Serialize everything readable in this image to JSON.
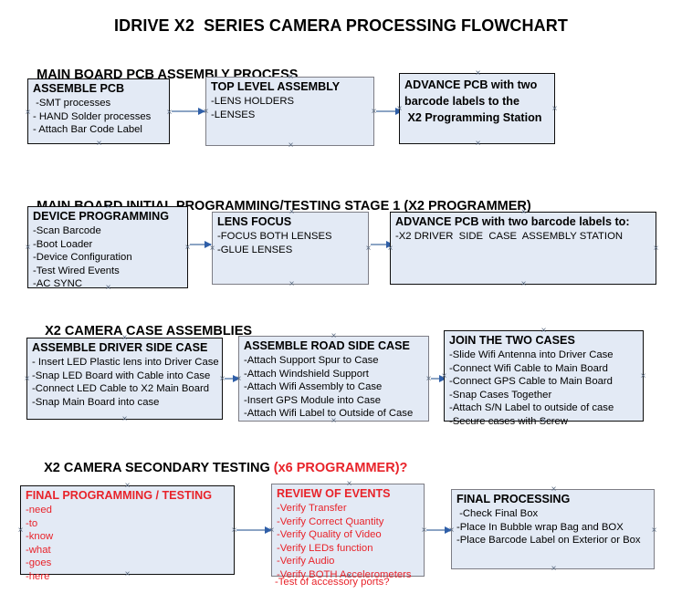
{
  "title": "IDRIVE X2  SERIES CAMERA PROCESSING FLOWCHART",
  "colors": {
    "box_fill": "#e3eaf5",
    "border_black": "#0d0d0d",
    "border_gray": "#7d7d85",
    "accent_red": "#e8232a",
    "arrow_line": "#8ba4c4",
    "arrow_head": "#2f5fa8",
    "text_black": "#000000"
  },
  "sections": [
    {
      "heading": "MAIN BOARD PCB ASSEMBLY PROCESS",
      "heading_red": "",
      "boxes": [
        {
          "title": "ASSEMBLE PCB",
          "title_color": "black",
          "border": "black",
          "items": [
            " -SMT processes",
            "- HAND Solder processes",
            "- Attach Bar Code Label"
          ]
        },
        {
          "title": "TOP LEVEL ASSEMBLY",
          "title_color": "black",
          "border": "gray",
          "items": [
            "-LENS HOLDERS",
            "-LENSES"
          ]
        },
        {
          "title": "ADVANCE PCB with two\nbarcode labels to the\n X2 Programming Station",
          "title_color": "black",
          "border": "black",
          "items": []
        }
      ]
    },
    {
      "heading": "MAIN BOARD INITIAL PROGRAMMING/TESTING STAGE 1 (X2 PROGRAMMER)",
      "heading_red": "",
      "boxes": [
        {
          "title": "DEVICE PROGRAMMING",
          "title_color": "black",
          "border": "black",
          "items": [
            "-Scan Barcode",
            "-Boot Loader",
            "-Device Configuration",
            "-Test Wired Events",
            "-AC SYNC"
          ]
        },
        {
          "title": "LENS FOCUS",
          "title_color": "black",
          "border": "gray",
          "items": [
            "-FOCUS BOTH LENSES",
            "-GLUE LENSES"
          ]
        },
        {
          "title": "ADVANCE PCB with two barcode labels to:",
          "title_color": "black",
          "border": "black",
          "items": [
            "-X2 DRIVER  SIDE  CASE  ASSEMBLY STATION"
          ]
        }
      ]
    },
    {
      "heading": "X2 CAMERA CASE ASSEMBLIES",
      "heading_red": "",
      "boxes": [
        {
          "title": "ASSEMBLE DRIVER SIDE CASE",
          "title_color": "black",
          "border": "black",
          "items": [
            "- Insert LED Plastic lens into Driver Case",
            "-Snap LED Board with Cable into Case",
            "-Connect LED Cable to X2 Main Board",
            "-Snap Main Board into case"
          ]
        },
        {
          "title": "ASSEMBLE ROAD SIDE CASE",
          "title_color": "black",
          "border": "gray",
          "items": [
            "-Attach Support Spur to Case",
            "-Attach Windshield Support",
            "-Attach Wifi Assembly to Case",
            "-Insert GPS Module into Case",
            "-Attach Wifi Label to Outside of Case"
          ]
        },
        {
          "title": "JOIN THE TWO CASES",
          "title_color": "black",
          "border": "black",
          "items": [
            "-Slide Wifi Antenna into Driver Case",
            "-Connect Wifi Cable to Main Board",
            "-Connect GPS Cable to Main Board",
            "-Snap Cases Together",
            "-Attach S/N Label to outside of case",
            "-Secure cases with Screw"
          ]
        }
      ]
    },
    {
      "heading": "X2 CAMERA SECONDARY TESTING ",
      "heading_red": "(x6 PROGRAMMER)?",
      "boxes": [
        {
          "title": "FINAL PROGRAMMING / TESTING",
          "title_color": "red",
          "border": "black",
          "items": [
            "-need",
            "-to",
            "-know",
            "-what",
            "-goes",
            "-here"
          ]
        },
        {
          "title": "REVIEW OF EVENTS",
          "title_color": "red",
          "border": "gray",
          "items": [
            "-Verify Transfer",
            "-Verify Correct Quantity",
            "-Verify Quality of Video",
            "-Verify LEDs function",
            "-Verify Audio",
            "-Verify BOTH Accelerometers"
          ],
          "overflow_item": "-Test of accessory ports?"
        },
        {
          "title": "FINAL PROCESSING",
          "title_color": "black",
          "border": "gray",
          "items": [
            " -Check Final Box",
            "-Place In Bubble wrap Bag and BOX",
            "-Place Barcode Label on Exterior or Box"
          ]
        }
      ]
    }
  ]
}
